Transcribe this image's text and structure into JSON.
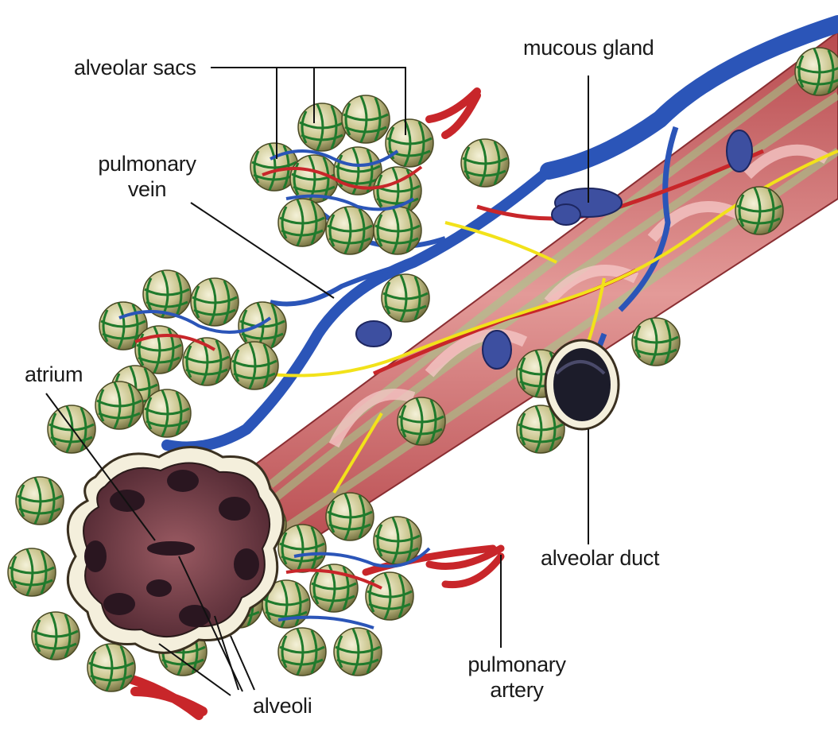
{
  "labels": {
    "alveolar_sacs": "alveolar sacs",
    "mucous_gland": "mucous gland",
    "pulmonary_vein_1": "pulmonary",
    "pulmonary_vein_2": "vein",
    "atrium": "atrium",
    "alveolar_duct": "alveolar duct",
    "pulmonary_artery_1": "pulmonary",
    "pulmonary_artery_2": "artery",
    "alveoli": "alveoli"
  },
  "colors": {
    "vein": "#2b55b8",
    "artery": "#c8262a",
    "nerve": "#f2e21a",
    "alveolus": "#c9c48c",
    "alveolus_mesh": "#1f7a2c",
    "smooth_muscle": "#c8666a",
    "lumen": "#6e3a44"
  }
}
